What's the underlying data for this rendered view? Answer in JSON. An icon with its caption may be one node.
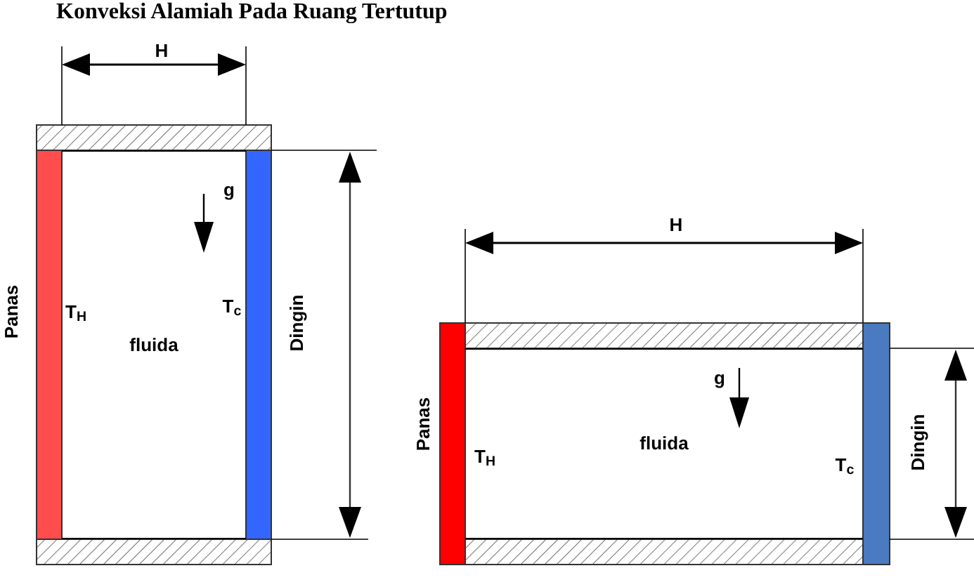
{
  "diagram": {
    "title": "Konveksi Alamiah Pada Ruang Tertutup",
    "nodes": [
      {
        "text": [
          "fluida"
        ]
      },
      {
        "text": [
          "fluida"
        ]
      }
    ],
    "labels": [
      "H",
      "g",
      "Panas",
      "T$_{H}$",
      "T$_{c}$",
      "Dingin",
      "H",
      "g",
      "Panas",
      "Dingin",
      "T$_{H}$",
      "T$_{c}$"
    ]
  }
}
